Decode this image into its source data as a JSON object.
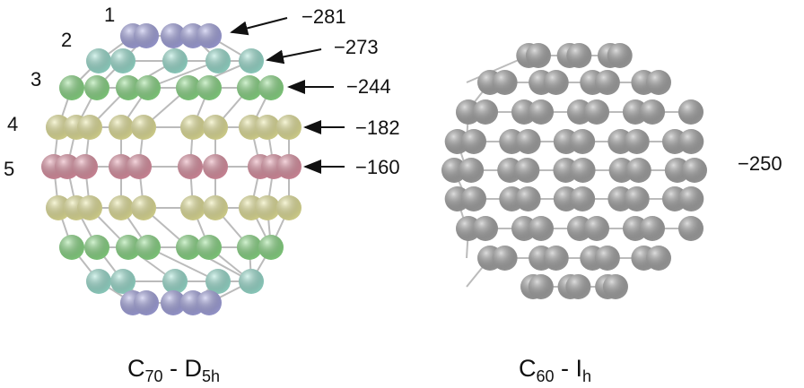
{
  "c70": {
    "row_labels": [
      "1",
      "2",
      "3",
      "4",
      "5"
    ],
    "shifts": [
      "−281",
      "−273",
      "−244",
      "−182",
      "−160"
    ],
    "row_colors": [
      "#a9a9e6",
      "#9fe6d6",
      "#8fe08a",
      "#ecea9e",
      "#e597a9"
    ],
    "title": {
      "main": "C",
      "sub1": "70",
      "mid": " - D",
      "sub2": "5h"
    }
  },
  "c60": {
    "shift": "−250",
    "atom_color": "#a9a9a9",
    "title": {
      "main": "C",
      "sub1": "60",
      "mid": " - I",
      "sub2": "h"
    }
  }
}
